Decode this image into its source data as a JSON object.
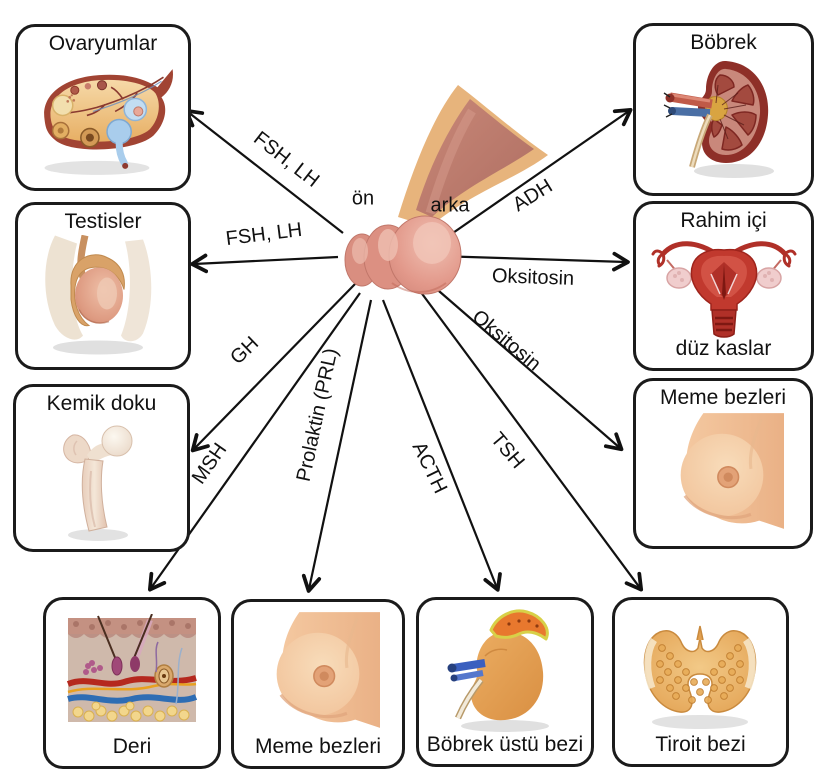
{
  "pituitary": {
    "anterior_label": "ön",
    "posterior_label": "arka"
  },
  "arrows": [
    {
      "label": "FSH, LH",
      "target": "Ovaryumlar"
    },
    {
      "label": "FSH, LH",
      "target": "Testisler"
    },
    {
      "label": "GH",
      "target": "Kemik doku"
    },
    {
      "label": "MSH",
      "target": "Deri"
    },
    {
      "label": "Prolaktin (PRL)",
      "target": "Meme bezleri"
    },
    {
      "label": "ACTH",
      "target": "Böbrek üstü bezi"
    },
    {
      "label": "TSH",
      "target": "Tiroit bezi"
    },
    {
      "label": "Oksitosin",
      "target": "Meme bezleri"
    },
    {
      "label": "Oksitosin",
      "target": "Rahim içi düz kaslar"
    },
    {
      "label": "ADH",
      "target": "Böbrek"
    }
  ],
  "boxes": [
    {
      "label": "Ovaryumlar",
      "icon": "ovary-illustration"
    },
    {
      "label": "Testisler",
      "icon": "testis-illustration"
    },
    {
      "label": "Kemik doku",
      "icon": "bone-illustration"
    },
    {
      "label": "Deri",
      "icon": "skin-illustration"
    },
    {
      "label": "Meme bezleri",
      "icon": "breast-illustration"
    },
    {
      "label": "Böbrek üstü bezi",
      "icon": "adrenal-gland-illustration"
    },
    {
      "label": "Tiroit bezi",
      "icon": "thyroid-illustration"
    },
    {
      "label": "Böbrek",
      "icon": "kidney-illustration"
    },
    {
      "label_top": "Rahim içi",
      "label_bottom": "düz kaslar",
      "icon": "uterus-illustration"
    },
    {
      "label": "Meme bezleri",
      "icon": "breast-illustration"
    }
  ],
  "colors": {
    "background": "#ffffff",
    "box_border": "#1b1b1b",
    "arrow": "#111111",
    "text": "#111111"
  }
}
